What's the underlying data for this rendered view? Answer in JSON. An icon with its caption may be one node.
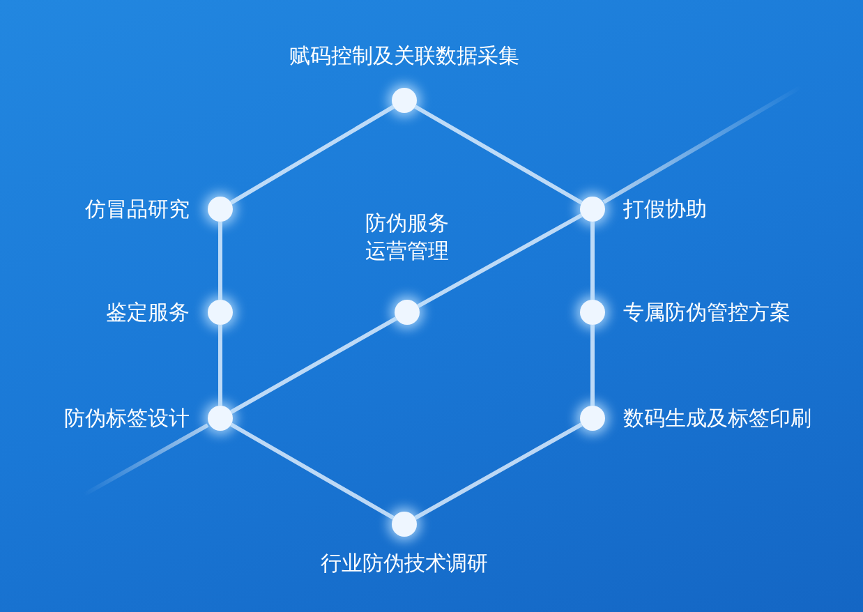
{
  "diagram": {
    "nodes": [
      {
        "text": [],
        "shape": "circle",
        "beside": [
          "赋码控制及关联数据采集"
        ]
      },
      {
        "text": [],
        "shape": "circle",
        "beside": [
          "仿冒品研究"
        ]
      },
      {
        "text": [],
        "shape": "circle",
        "beside": [
          "打假协助"
        ]
      },
      {
        "text": [],
        "shape": "circle",
        "beside": [
          "防伪服务运营管理"
        ]
      },
      {
        "text": [],
        "shape": "circle",
        "beside": [
          "鉴定服务"
        ]
      },
      {
        "text": [],
        "shape": "circle",
        "beside": [
          "专属防伪管控方案"
        ]
      },
      {
        "text": [],
        "shape": "circle",
        "beside": [
          "防伪标签设计"
        ]
      },
      {
        "text": [],
        "shape": "circle",
        "beside": [
          "数码生成及标签印刷"
        ]
      },
      {
        "text": [],
        "shape": "circle",
        "beside": [
          "行业防伪技术调研"
        ]
      }
    ],
    "edges": [
      {
        "from": 0,
        "to": 2,
        "arrow": "none"
      },
      {
        "from": 2,
        "to": 5,
        "arrow": "none"
      },
      {
        "from": 5,
        "to": 7,
        "arrow": "none"
      },
      {
        "from": 7,
        "to": 8,
        "arrow": "none"
      },
      {
        "from": 8,
        "to": 6,
        "arrow": "none"
      },
      {
        "from": 6,
        "to": 4,
        "arrow": "none"
      },
      {
        "from": 4,
        "to": 1,
        "arrow": "none"
      },
      {
        "from": 1,
        "to": 0,
        "arrow": "none"
      },
      {
        "from": 6,
        "to": 3,
        "arrow": "none"
      },
      {
        "from": 3,
        "to": 2,
        "arrow": "none"
      }
    ]
  }
}
